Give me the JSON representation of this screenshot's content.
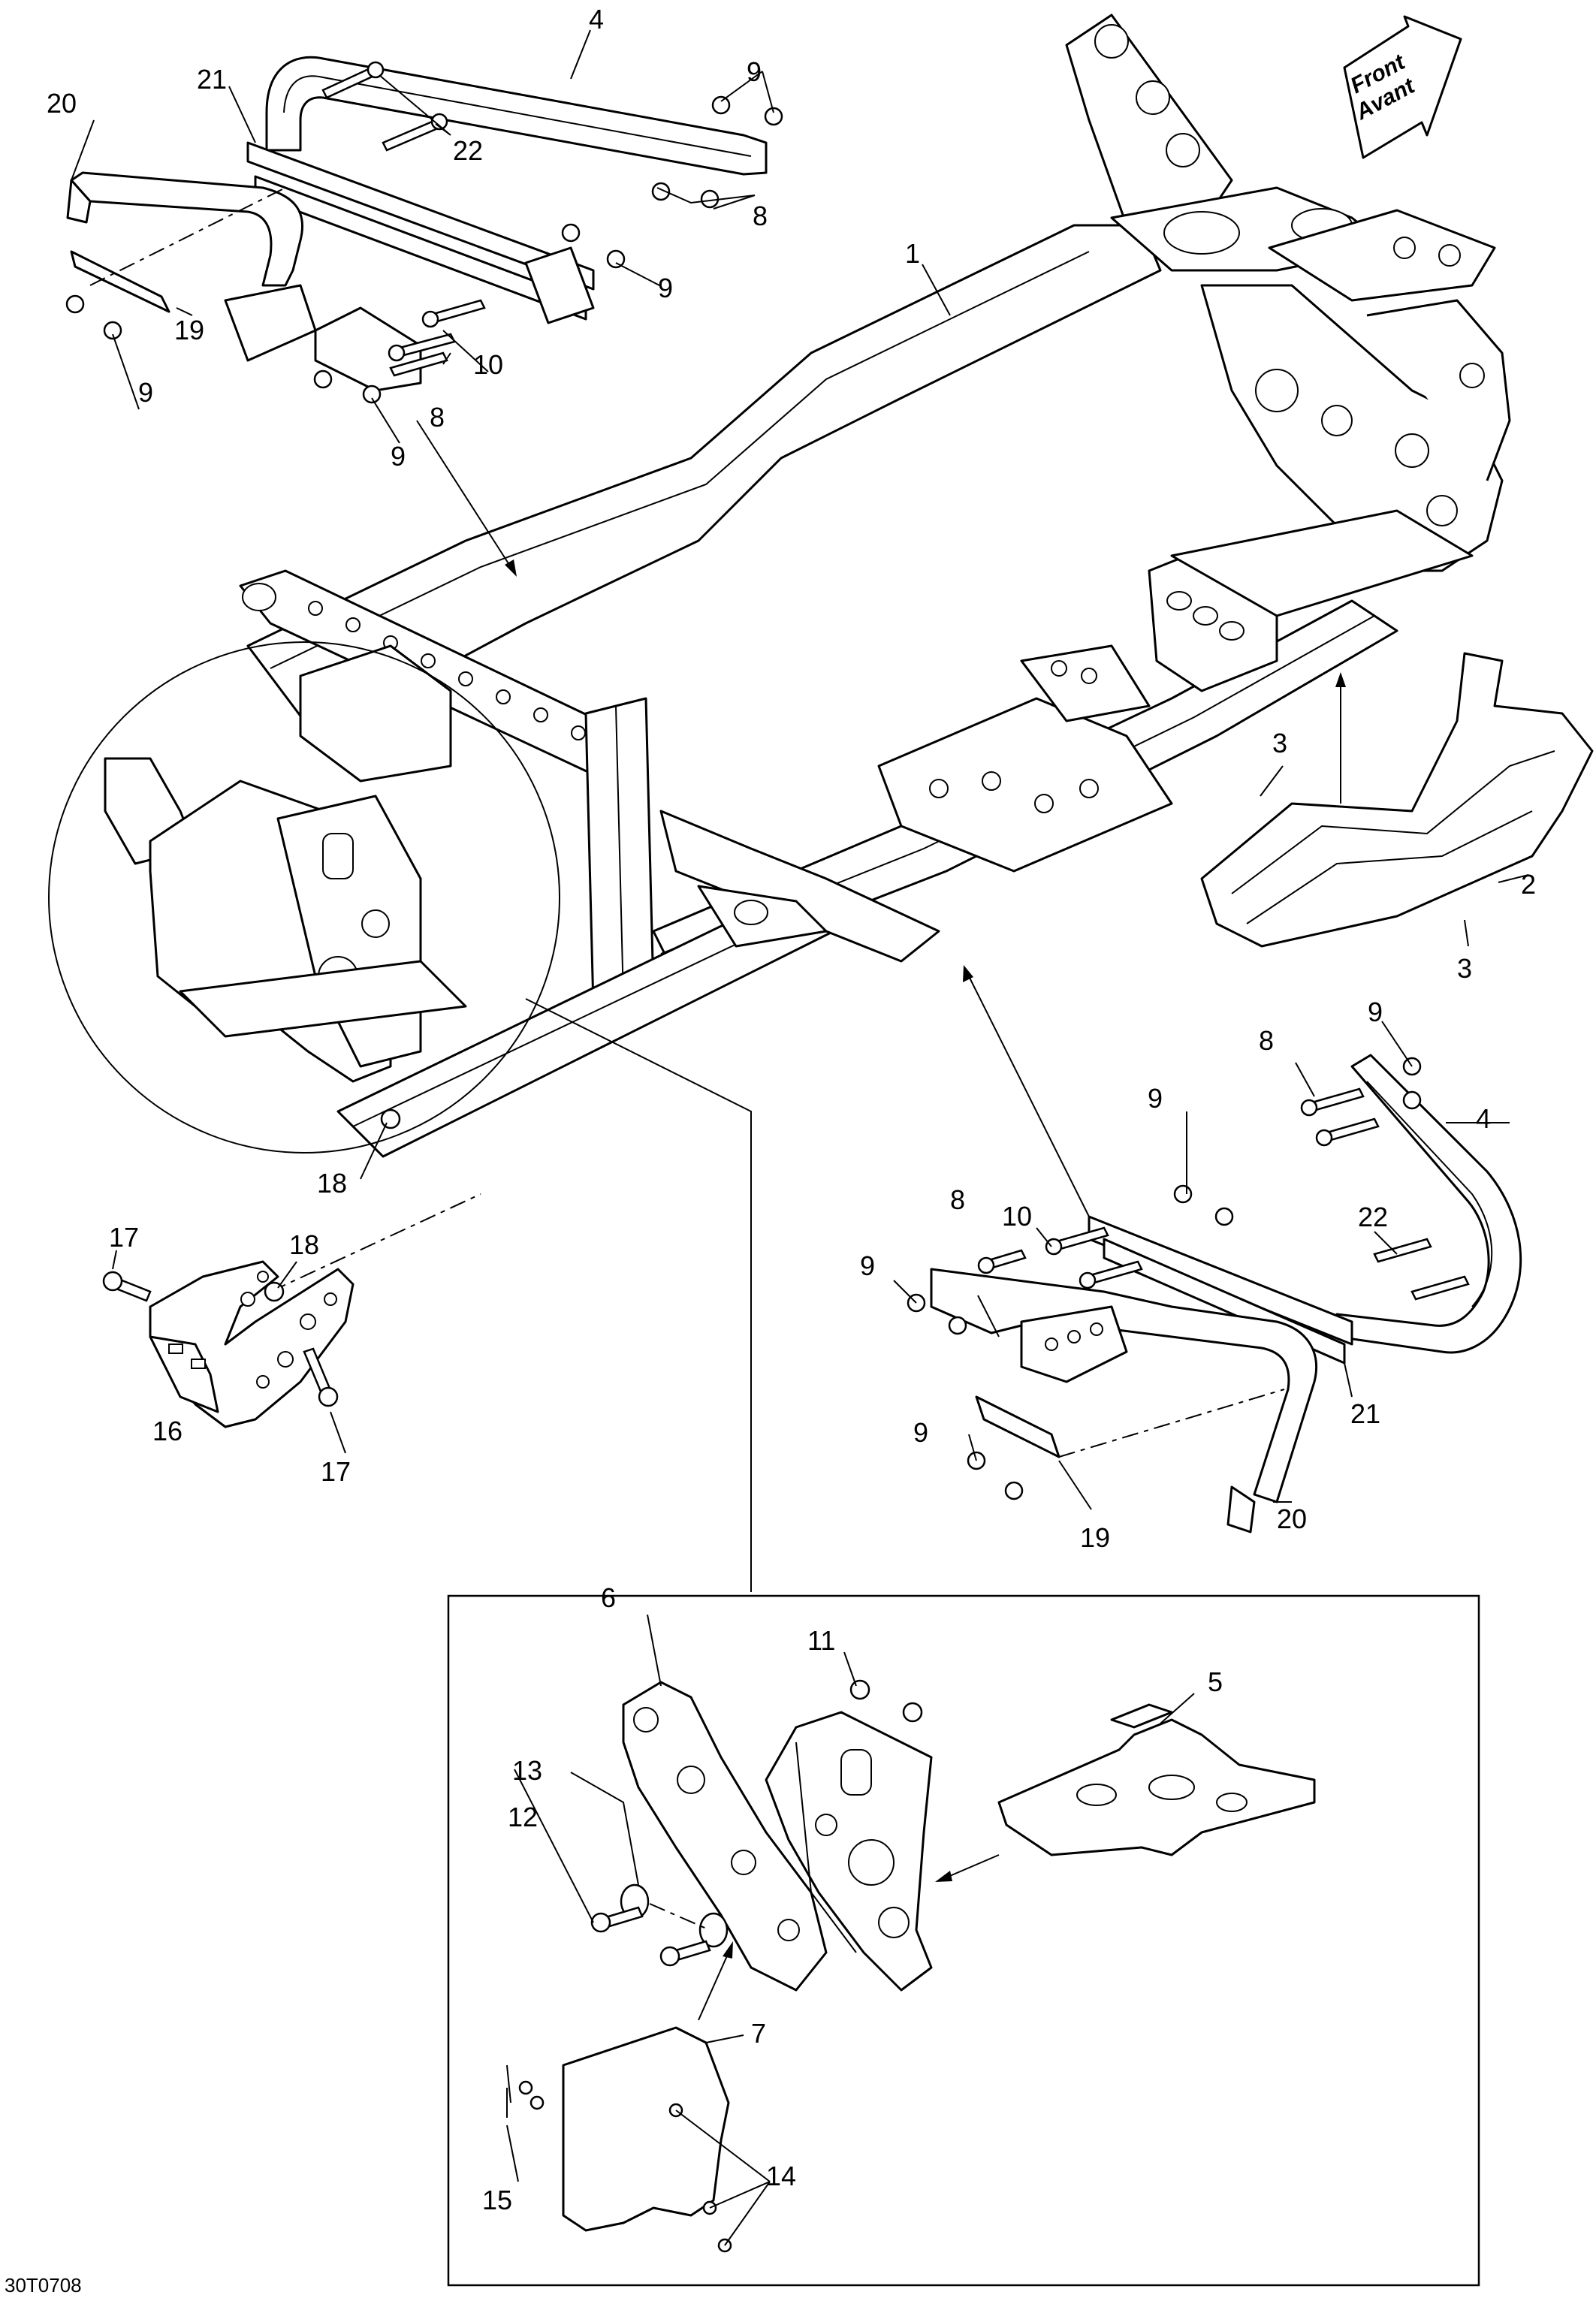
{
  "diagram": {
    "type": "exploded-parts-diagram",
    "direction_arrow": {
      "line1": "Front",
      "line2": "Avant"
    },
    "drawing_code": "30T0708",
    "callouts": {
      "c1": "1",
      "c2": "2",
      "c3a": "3",
      "c3b": "3",
      "c4a": "4",
      "c4b": "4",
      "c5": "5",
      "c6": "6",
      "c7": "7",
      "c8a": "8",
      "c8b": "8",
      "c8c": "8",
      "c8d": "8",
      "c9a": "9",
      "c9b": "9",
      "c9c": "9",
      "c9d": "9",
      "c9e": "9",
      "c9f": "9",
      "c9g": "9",
      "c9h": "9",
      "c10a": "10",
      "c10b": "10",
      "c11": "11",
      "c12": "12",
      "c13": "13",
      "c14": "14",
      "c15": "15",
      "c16": "16",
      "c17a": "17",
      "c17b": "17",
      "c18a": "18",
      "c18b": "18",
      "c19a": "19",
      "c19b": "19",
      "c20a": "20",
      "c20b": "20",
      "c21a": "21",
      "c21b": "21",
      "c22a": "22",
      "c22b": "22"
    }
  }
}
